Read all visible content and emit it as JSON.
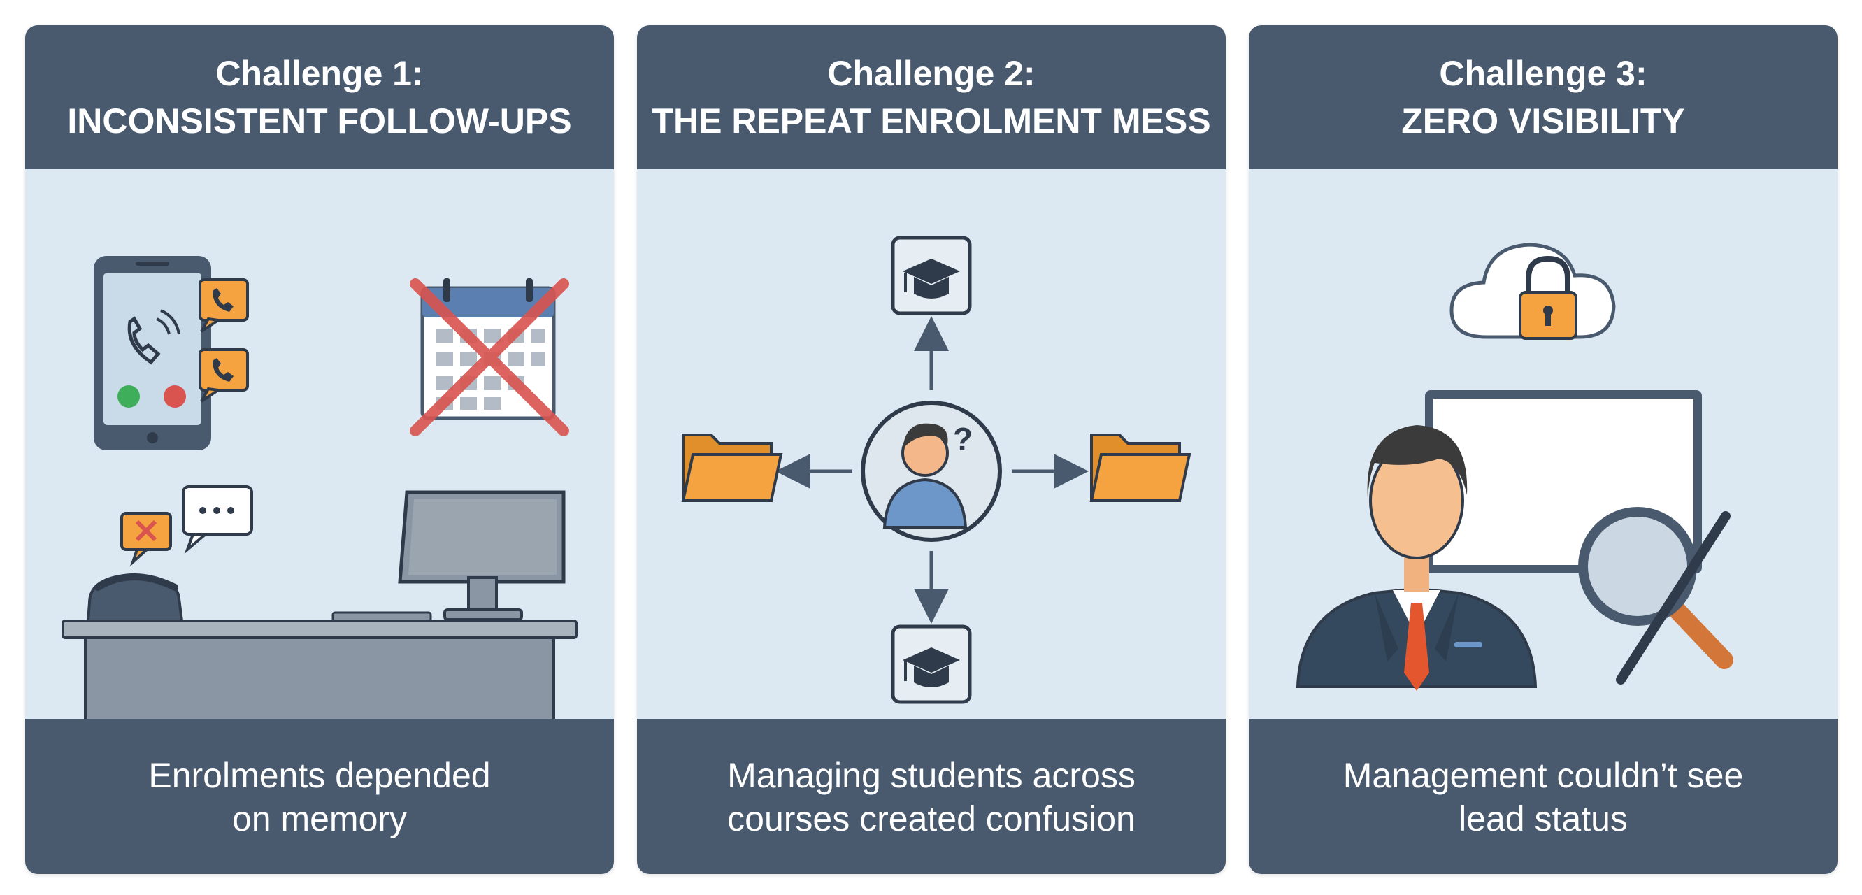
{
  "panels": [
    {
      "title_line1": "Challenge 1:",
      "title_line2": "INCONSISTENT FOLLOW-UPS",
      "caption_line1": "Enrolments depended",
      "caption_line2": "on memory"
    },
    {
      "title_line1": "Challenge 2:",
      "title_line2": "THE REPEAT ENROLMENT MESS",
      "caption_line1": "Managing students across",
      "caption_line2": "courses created confusion"
    },
    {
      "title_line1": "Challenge 3:",
      "title_line2": "ZERO VISIBILITY",
      "caption_line1": "Management couldn’t see",
      "caption_line2": "lead status"
    }
  ],
  "icons": {
    "panel1": [
      "smartphone-icon",
      "phone-call-icon",
      "missed-call-x-icon",
      "calendar-crossed-icon",
      "chat-bubble-icon",
      "desk-phone-icon",
      "computer-monitor-icon",
      "desk-icon"
    ],
    "panel2": [
      "graduation-cap-icon",
      "folder-icon",
      "confused-student-icon",
      "arrow-icon"
    ],
    "panel3": [
      "cloud-lock-icon",
      "blank-screen-icon",
      "manager-icon",
      "magnifier-crossed-icon"
    ]
  },
  "colors": {
    "header_bg": "#4a5a6e",
    "panel_bg": "#dde9f2",
    "accent_orange": "#f5a340",
    "cross_red": "#d9534f"
  }
}
